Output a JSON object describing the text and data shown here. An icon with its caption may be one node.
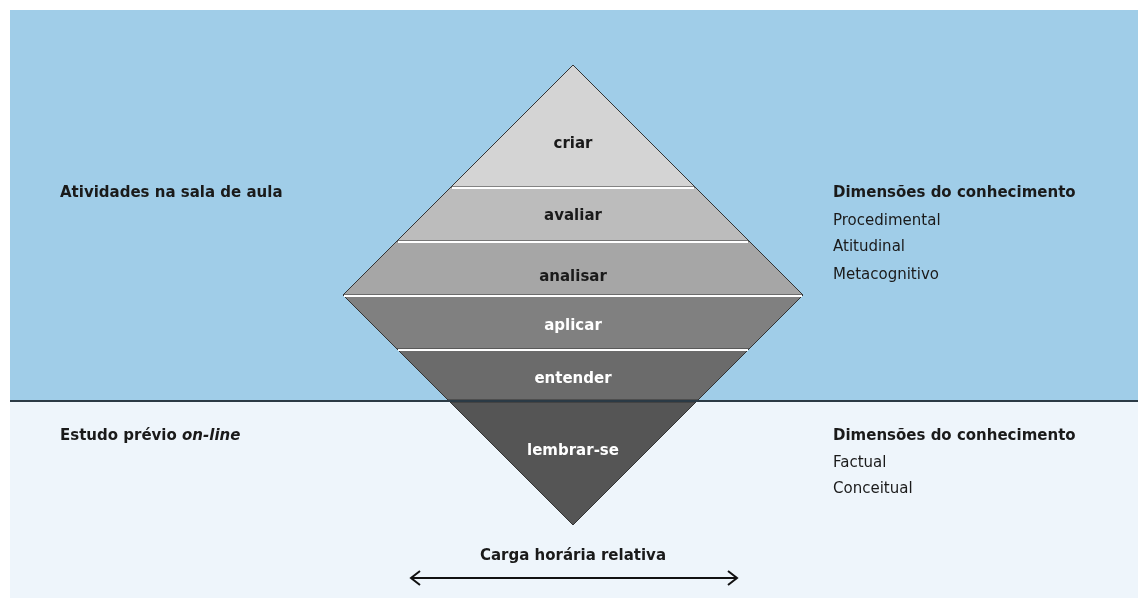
{
  "diagram": {
    "nodes": [
      {
        "text": [
          "Atividades na sala de aula"
        ]
      },
      {
        "text": [
          "Estudo prévio *on-line*"
        ]
      },
      {
        "text": [
          "criar"
        ],
        "in": 0
      },
      {
        "text": [
          "avaliar"
        ],
        "in": 0
      },
      {
        "text": [
          "analisar"
        ],
        "in": 0
      },
      {
        "text": [
          "aplicar"
        ],
        "in": 0
      },
      {
        "text": [
          "entender"
        ],
        "in": 0
      },
      {
        "text": [
          "lembrar-se"
        ],
        "in": 1
      }
    ],
    "edges": [],
    "labels": [
      "Dimensões do conhecimento",
      "Procedimental",
      "Atitudinal",
      "Metacognitivo",
      "Dimensões do conhecimento",
      "Factual",
      "Conceitual",
      "Carga horária relativa"
    ]
  }
}
